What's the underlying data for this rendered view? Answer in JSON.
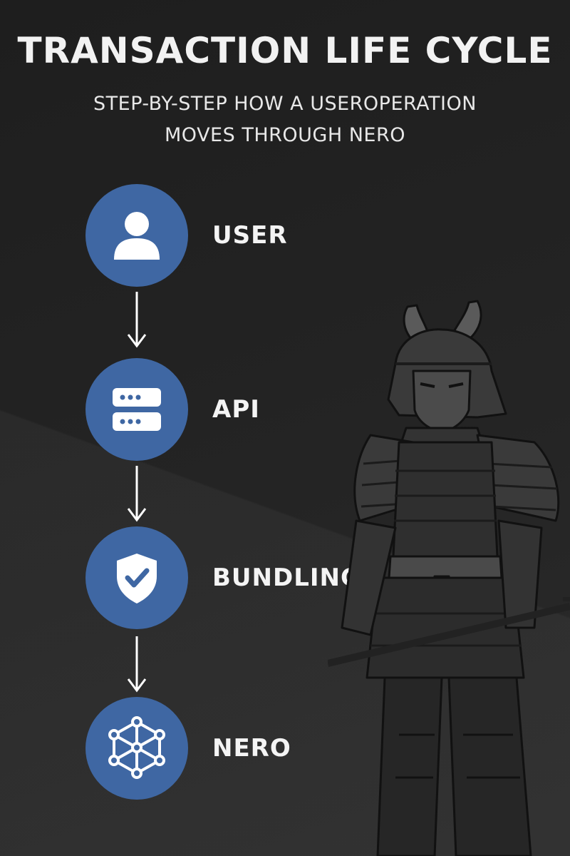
{
  "header": {
    "title": "TRANSACTION LIFE CYCLE",
    "subtitle_line1": "STEP-BY-STEP HOW A USEROPERATION",
    "subtitle_line2": "MOVES THROUGH NERO"
  },
  "steps": [
    {
      "label": "USER",
      "icon": "user-icon"
    },
    {
      "label": "API",
      "icon": "server-icon"
    },
    {
      "label": "BUNDLING",
      "icon": "shield-check-icon"
    },
    {
      "label": "NERO",
      "icon": "network-cube-icon"
    }
  ],
  "colors": {
    "background": "#262626",
    "circle": "#3f67a3",
    "text": "#f2f2f2"
  },
  "illustration": {
    "icon": "samurai-illustration"
  }
}
